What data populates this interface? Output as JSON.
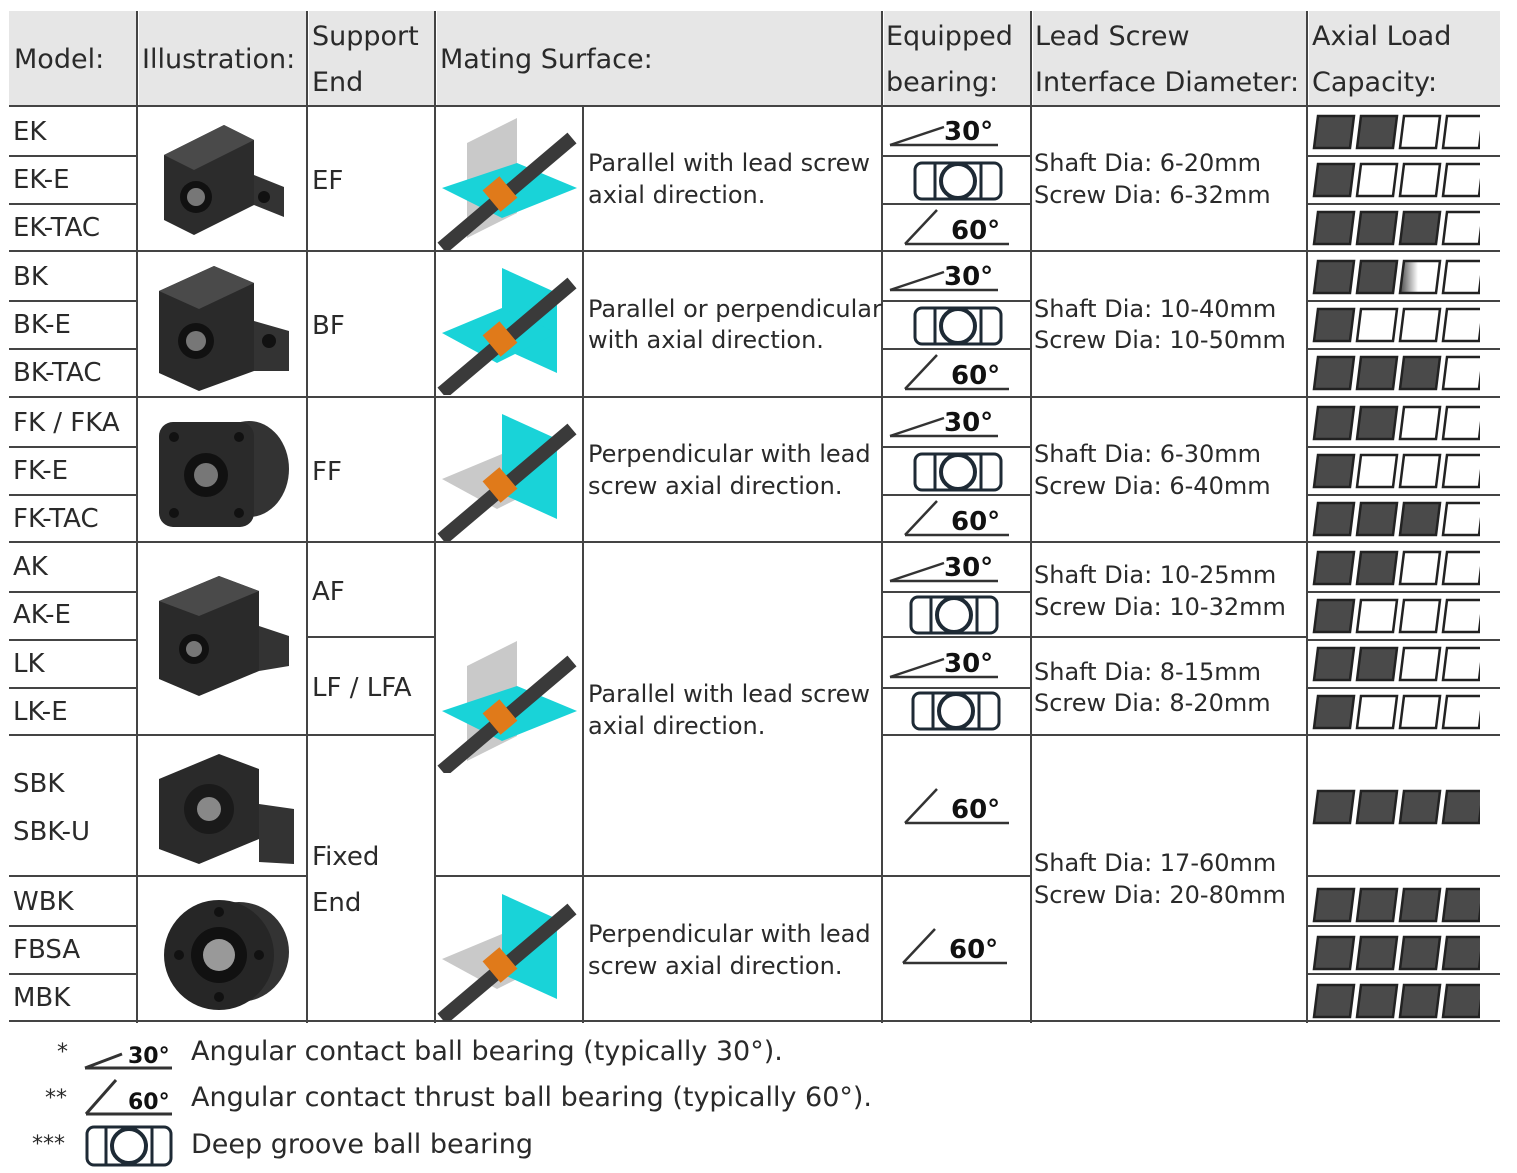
{
  "headers": {
    "model": "Model:",
    "illustration": "Illustration:",
    "support_end_1": "Support",
    "support_end_2": "End",
    "mating": "Mating Surface:",
    "bearing_1": "Equipped",
    "bearing_2": "bearing:",
    "lead_1": "Lead Screw",
    "lead_2": "Interface Diameter:",
    "axial_1": "Axial Load",
    "axial_2": "Capacity:"
  },
  "models": [
    "EK",
    "EK-E",
    "EK-TAC",
    "BK",
    "BK-E",
    "BK-TAC",
    "FK / FKA",
    "FK-E",
    "FK-TAC",
    "AK",
    "AK-E",
    "LK",
    "LK-E",
    "SBK",
    "SBK-U",
    "WBK",
    "FBSA",
    "MBK"
  ],
  "support_ends": {
    "ef": "EF",
    "bf": "BF",
    "ff": "FF",
    "af": "AF",
    "lf": "LF / LFA",
    "fixed_1": "Fixed",
    "fixed_2": "End"
  },
  "mating_desc": {
    "ek_1": "Parallel with lead screw",
    "ek_2": "axial direction.",
    "bk_1": "Parallel or perpendicular",
    "bk_2": "with axial direction.",
    "fk_1": "Perpendicular with lead",
    "fk_2": "screw axial direction.",
    "ak_1": "Parallel with lead screw",
    "ak_2": "axial direction.",
    "wbk_1": "Perpendicular with lead",
    "wbk_2": "screw axial direction."
  },
  "bearing_labels": {
    "deg30": "30°",
    "deg60": "60°"
  },
  "lead_screw": {
    "ek_shaft": "Shaft Dia: 6-20mm",
    "ek_screw": "Screw Dia: 6-32mm",
    "bk_shaft": "Shaft Dia: 10-40mm",
    "bk_screw": "Screw Dia: 10-50mm",
    "fk_shaft": "Shaft Dia: 6-30mm",
    "fk_screw": "Screw Dia: 6-40mm",
    "ak_shaft": "Shaft Dia: 10-25mm",
    "ak_screw": "Screw Dia: 10-32mm",
    "lk_shaft": "Shaft Dia: 8-15mm",
    "lk_screw": "Screw Dia: 8-20mm",
    "sbk_shaft": "Shaft Dia: 17-60mm",
    "sbk_screw": "Screw Dia: 20-80mm"
  },
  "axial_load_levels": [
    2,
    1,
    3,
    2.5,
    1,
    3,
    2,
    1,
    3,
    2,
    1,
    2,
    1,
    4,
    4,
    4,
    4
  ],
  "legend": {
    "star1": "*",
    "star2": "**",
    "star3": "***",
    "deg30": "30°",
    "deg60": "60°",
    "text1": "Angular contact ball bearing (typically 30°).",
    "text2": "Angular contact thrust ball bearing (typically 60°).",
    "text3": "Deep groove ball bearing"
  },
  "colors": {
    "header_bg": "#e6e6e6",
    "line": "#444444",
    "block_dark": "#4a4a4a",
    "cyan": "#19d3d8",
    "orange": "#e07a1a",
    "shaft": "#3a3a3a"
  }
}
